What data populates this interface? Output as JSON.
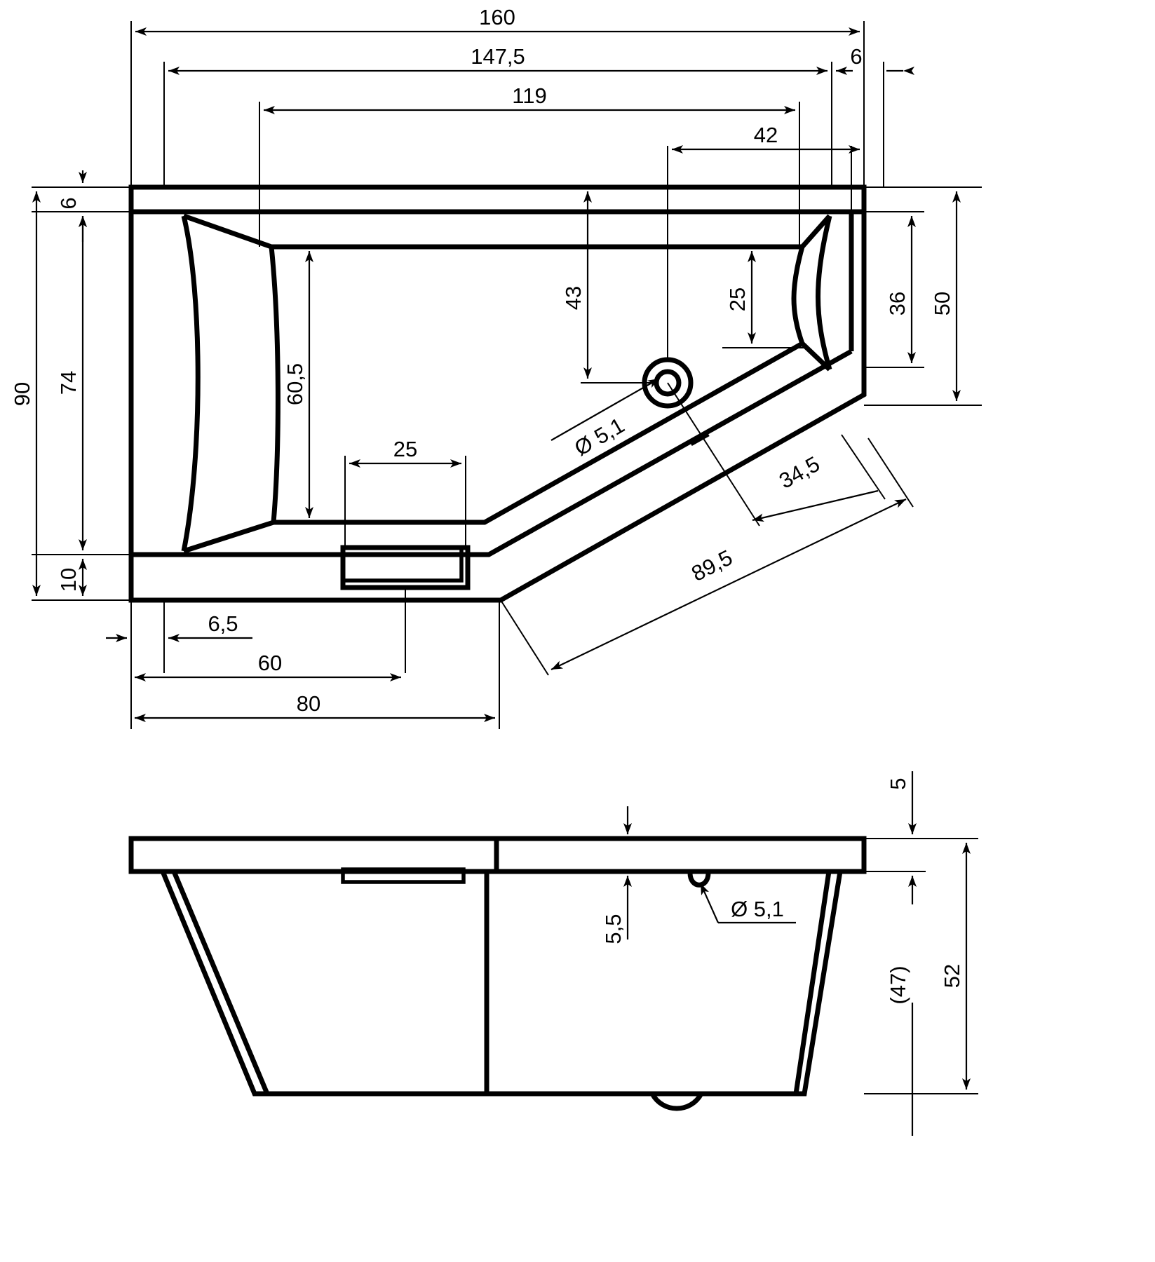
{
  "drawing": {
    "title": "Bathtub technical drawing",
    "type": "orthographic-dimensioned-drawing",
    "views": [
      {
        "name": "plan-view",
        "label": ""
      },
      {
        "name": "front-section-view",
        "label": ""
      }
    ]
  },
  "chart_data": {
    "type": "table",
    "title": "",
    "xlabel": "",
    "ylabel": "",
    "categories": [
      "overall-length",
      "rim-inner-length",
      "bowl-top-length",
      "right-offset",
      "rim-thickness-right",
      "overall-width",
      "rim-thickness-top",
      "inner-width",
      "bottom-rim",
      "bowl-depth-left",
      "headrest-width",
      "drain-from-top",
      "drain-to-right-edge",
      "corner-inner-height",
      "corner-outer-height",
      "left-offset",
      "bottom-left-60",
      "bottom-left-80",
      "diagonal-inner",
      "diagonal-outer",
      "drain-diameter-plan",
      "rim-height",
      "overflow-height",
      "depth-inner",
      "depth-overall",
      "drain-diameter-section"
    ],
    "values": [
      160,
      147.5,
      119,
      42,
      6,
      90,
      6,
      74,
      10,
      60.5,
      25,
      43,
      25,
      36,
      50,
      6.5,
      60,
      80,
      34.5,
      89.5,
      5.1,
      5,
      5.5,
      47,
      52,
      5.1
    ]
  },
  "plan_view": {
    "dims": {
      "d160": "160",
      "d147_5": "147,5",
      "d119": "119",
      "d42": "42",
      "d6_right": "6",
      "d6_top_left": "6",
      "d90": "90",
      "d74": "74",
      "d10": "10",
      "d60_5": "60,5",
      "d25_seat": "25",
      "d43": "43",
      "d25_right": "25",
      "d36": "36",
      "d50": "50",
      "d6_5": "6,5",
      "d60": "60",
      "d80": "80",
      "d34_5": "34,5",
      "d89_5": "89,5",
      "drain_dia": "Ø 5,1"
    }
  },
  "section_view": {
    "dims": {
      "d5": "5",
      "d5_5": "5,5",
      "d47": "(47)",
      "d52": "52",
      "overflow_dia": "Ø 5,1"
    }
  },
  "colors": {
    "line": "#000000",
    "background": "#ffffff"
  }
}
